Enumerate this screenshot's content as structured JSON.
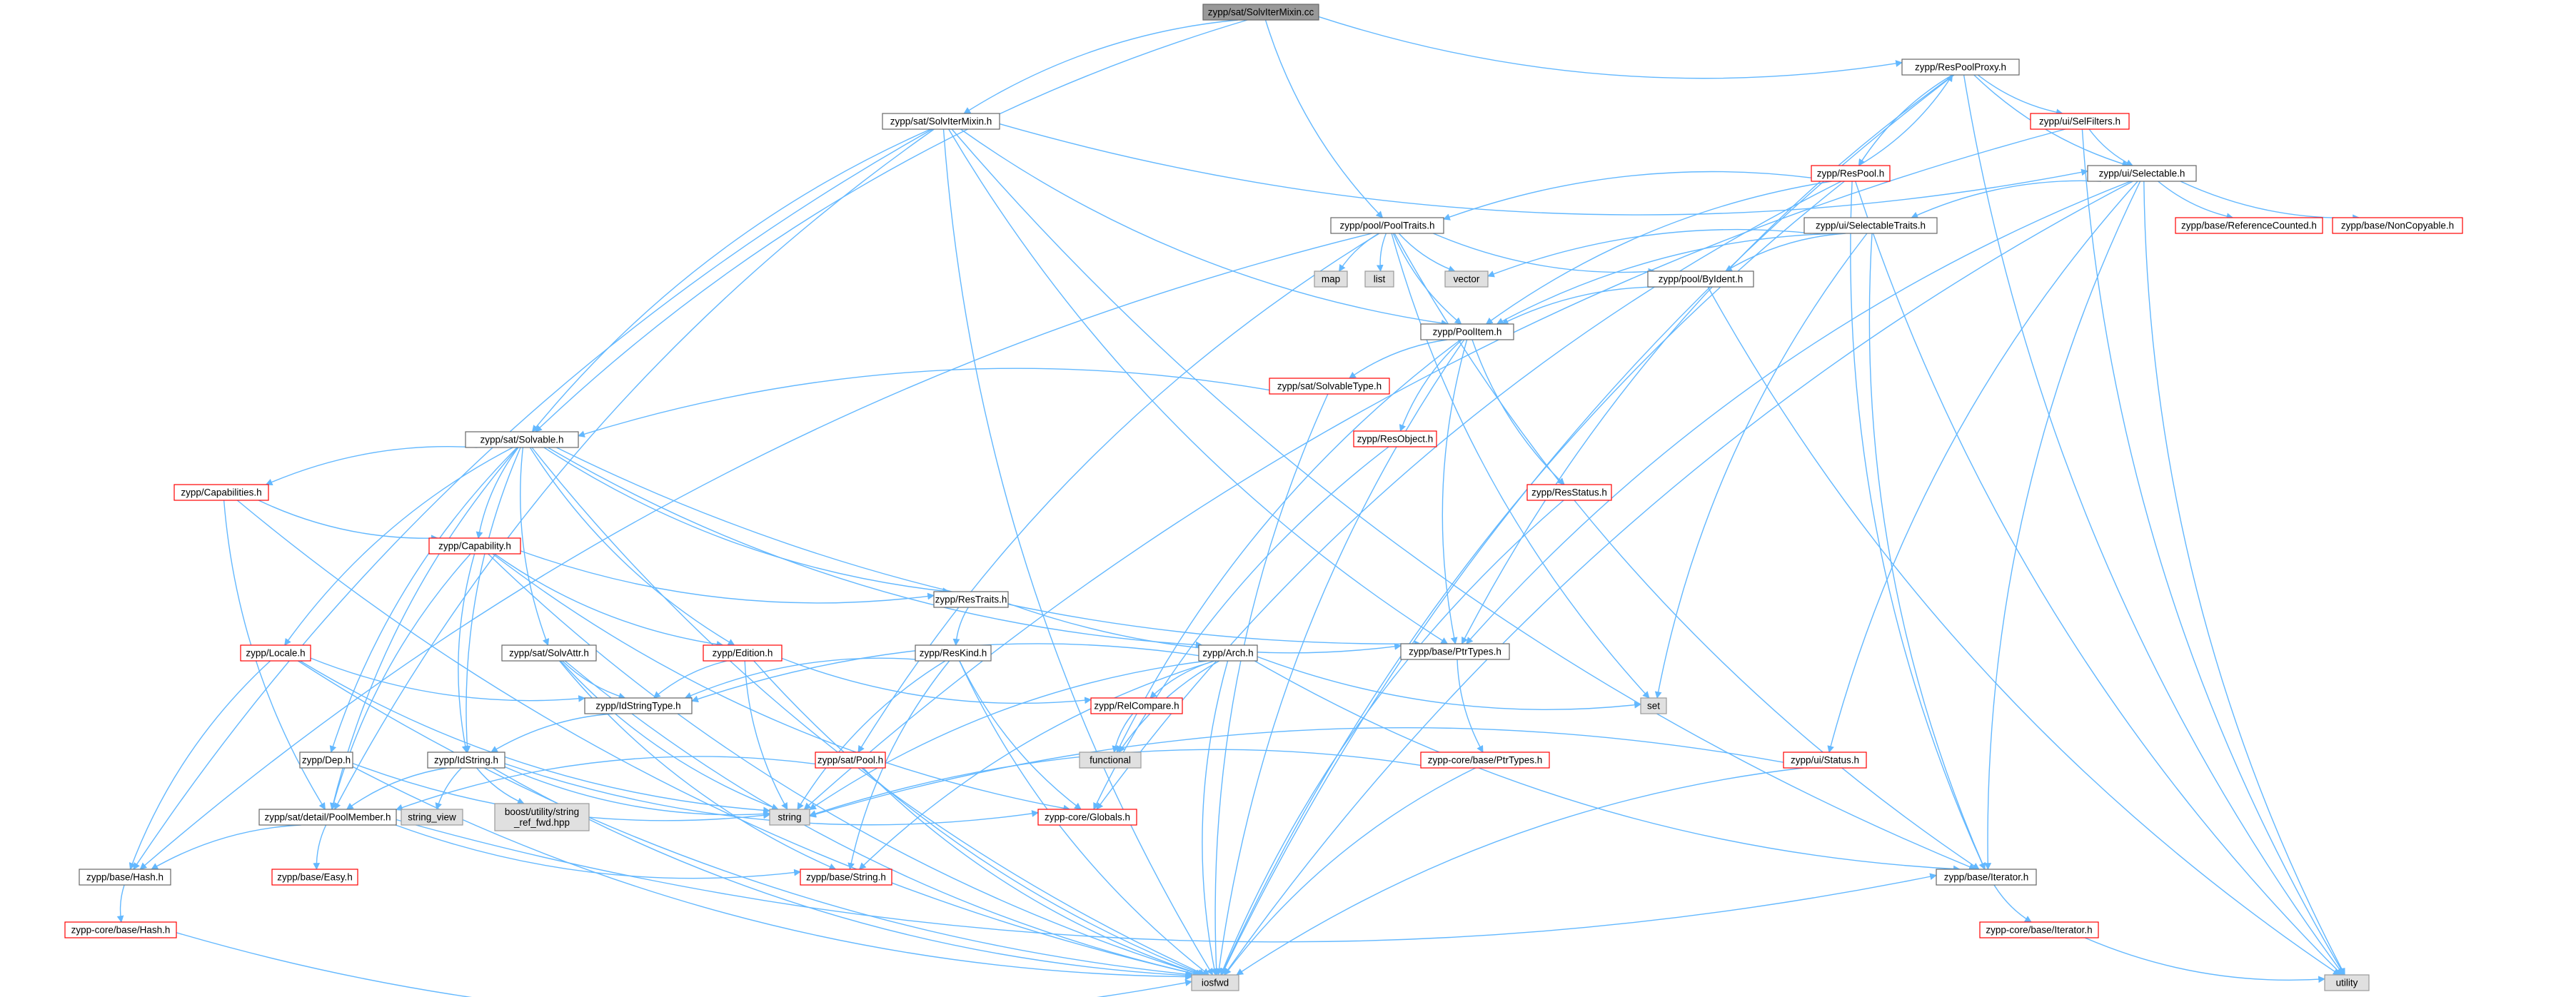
{
  "graph": {
    "root": "zypp/sat/SolvIterMixin.cc",
    "colors": {
      "edge": "#63b8ff",
      "node_border_normal": "#666666",
      "node_border_incomplete": "#ff0000",
      "node_fill": "#ffffff",
      "root_fill": "#999999",
      "system_fill": "#e0e0e0",
      "system_border": "#999999",
      "text": "#000000"
    },
    "nodes": [
      {
        "id": "root",
        "label": "zypp/sat/SolvIterMixin.cc",
        "kind": "root"
      },
      {
        "id": "respoolproxy",
        "label": "zypp/ResPoolProxy.h",
        "kind": "normal"
      },
      {
        "id": "solvitermixin",
        "label": "zypp/sat/SolvIterMixin.h",
        "kind": "normal"
      },
      {
        "id": "selfilters",
        "label": "zypp/ui/SelFilters.h",
        "kind": "incomplete"
      },
      {
        "id": "respool",
        "label": "zypp/ResPool.h",
        "kind": "incomplete"
      },
      {
        "id": "selectable",
        "label": "zypp/ui/Selectable.h",
        "kind": "normal"
      },
      {
        "id": "pooltraits",
        "label": "zypp/pool/PoolTraits.h",
        "kind": "normal"
      },
      {
        "id": "selectabletraits",
        "label": "zypp/ui/SelectableTraits.h",
        "kind": "normal"
      },
      {
        "id": "refcounted",
        "label": "zypp/base/ReferenceCounted.h",
        "kind": "incomplete"
      },
      {
        "id": "noncopyable",
        "label": "zypp/base/NonCopyable.h",
        "kind": "incomplete"
      },
      {
        "id": "map",
        "label": "map",
        "kind": "system"
      },
      {
        "id": "list",
        "label": "list",
        "kind": "system"
      },
      {
        "id": "vector",
        "label": "vector",
        "kind": "system"
      },
      {
        "id": "poolbyident",
        "label": "zypp/pool/ByIdent.h",
        "kind": "normal"
      },
      {
        "id": "poolitem",
        "label": "zypp/PoolItem.h",
        "kind": "normal"
      },
      {
        "id": "solvabletype",
        "label": "zypp/sat/SolvableType.h",
        "kind": "incomplete"
      },
      {
        "id": "resobject",
        "label": "zypp/ResObject.h",
        "kind": "incomplete"
      },
      {
        "id": "resstatus",
        "label": "zypp/ResStatus.h",
        "kind": "incomplete"
      },
      {
        "id": "solvable",
        "label": "zypp/sat/Solvable.h",
        "kind": "normal"
      },
      {
        "id": "capabilities",
        "label": "zypp/Capabilities.h",
        "kind": "incomplete"
      },
      {
        "id": "capability",
        "label": "zypp/Capability.h",
        "kind": "incomplete"
      },
      {
        "id": "restraits",
        "label": "zypp/ResTraits.h",
        "kind": "normal"
      },
      {
        "id": "ptrtypes",
        "label": "zypp/base/PtrTypes.h",
        "kind": "normal"
      },
      {
        "id": "locale",
        "label": "zypp/Locale.h",
        "kind": "incomplete"
      },
      {
        "id": "solvattr",
        "label": "zypp/sat/SolvAttr.h",
        "kind": "normal"
      },
      {
        "id": "edition",
        "label": "zypp/Edition.h",
        "kind": "incomplete"
      },
      {
        "id": "reskind",
        "label": "zypp/ResKind.h",
        "kind": "normal"
      },
      {
        "id": "arch",
        "label": "zypp/Arch.h",
        "kind": "normal"
      },
      {
        "id": "set",
        "label": "set",
        "kind": "system"
      },
      {
        "id": "idstringtype",
        "label": "zypp/IdStringType.h",
        "kind": "normal"
      },
      {
        "id": "relcompare",
        "label": "zypp/RelCompare.h",
        "kind": "incomplete"
      },
      {
        "id": "functional",
        "label": "functional",
        "kind": "system"
      },
      {
        "id": "dep",
        "label": "zypp/Dep.h",
        "kind": "normal"
      },
      {
        "id": "idstring",
        "label": "zypp/IdString.h",
        "kind": "normal"
      },
      {
        "id": "satpool",
        "label": "zypp/sat/Pool.h",
        "kind": "incomplete"
      },
      {
        "id": "coreptrtypes",
        "label": "zypp-core/base/PtrTypes.h",
        "kind": "incomplete"
      },
      {
        "id": "uistatus",
        "label": "zypp/ui/Status.h",
        "kind": "incomplete"
      },
      {
        "id": "poolmember",
        "label": "zypp/sat/detail/PoolMember.h",
        "kind": "normal"
      },
      {
        "id": "string_view",
        "label": "string_view",
        "kind": "system"
      },
      {
        "id": "boostref",
        "label": [
          "boost/utility/string",
          "_ref_fwd.hpp"
        ],
        "kind": "system"
      },
      {
        "id": "string",
        "label": "string",
        "kind": "system"
      },
      {
        "id": "globals",
        "label": "zypp-core/Globals.h",
        "kind": "incomplete"
      },
      {
        "id": "hash",
        "label": "zypp/base/Hash.h",
        "kind": "normal"
      },
      {
        "id": "easy",
        "label": "zypp/base/Easy.h",
        "kind": "incomplete"
      },
      {
        "id": "basestring",
        "label": "zypp/base/String.h",
        "kind": "incomplete"
      },
      {
        "id": "iterator",
        "label": "zypp/base/Iterator.h",
        "kind": "normal"
      },
      {
        "id": "corehash",
        "label": "zypp-core/base/Hash.h",
        "kind": "incomplete"
      },
      {
        "id": "coreiterator",
        "label": "zypp-core/base/Iterator.h",
        "kind": "incomplete"
      },
      {
        "id": "iosfwd",
        "label": "iosfwd",
        "kind": "system"
      },
      {
        "id": "utility",
        "label": "utility",
        "kind": "system"
      }
    ],
    "edges": [
      [
        "root",
        "respoolproxy"
      ],
      [
        "root",
        "solvitermixin"
      ],
      [
        "root",
        "pooltraits"
      ],
      [
        "root",
        "solvable"
      ],
      [
        "respoolproxy",
        "selfilters"
      ],
      [
        "respoolproxy",
        "respool"
      ],
      [
        "respoolproxy",
        "selectable"
      ],
      [
        "respoolproxy",
        "ptrtypes"
      ],
      [
        "respoolproxy",
        "iosfwd"
      ],
      [
        "respoolproxy",
        "utility"
      ],
      [
        "solvitermixin",
        "selectable"
      ],
      [
        "solvitermixin",
        "solvable"
      ],
      [
        "solvitermixin",
        "poolitem"
      ],
      [
        "solvitermixin",
        "ptrtypes"
      ],
      [
        "solvitermixin",
        "iterator"
      ],
      [
        "solvitermixin",
        "hash"
      ],
      [
        "solvitermixin",
        "poolmember"
      ],
      [
        "solvitermixin",
        "iosfwd"
      ],
      [
        "selfilters",
        "selectable"
      ],
      [
        "selfilters",
        "string"
      ],
      [
        "selfilters",
        "utility"
      ],
      [
        "respool",
        "respoolproxy"
      ],
      [
        "respool",
        "pooltraits"
      ],
      [
        "respool",
        "poolitem"
      ],
      [
        "respool",
        "iterator"
      ],
      [
        "respool",
        "globals"
      ],
      [
        "respool",
        "iosfwd"
      ],
      [
        "respool",
        "utility"
      ],
      [
        "selectable",
        "selectabletraits"
      ],
      [
        "selectable",
        "refcounted"
      ],
      [
        "selectable",
        "noncopyable"
      ],
      [
        "selectable",
        "uistatus"
      ],
      [
        "selectable",
        "ptrtypes"
      ],
      [
        "selectable",
        "iterator"
      ],
      [
        "selectable",
        "iosfwd"
      ],
      [
        "selectable",
        "utility"
      ],
      [
        "pooltraits",
        "map"
      ],
      [
        "pooltraits",
        "list"
      ],
      [
        "pooltraits",
        "vector"
      ],
      [
        "pooltraits",
        "set"
      ],
      [
        "pooltraits",
        "poolbyident"
      ],
      [
        "pooltraits",
        "poolitem"
      ],
      [
        "pooltraits",
        "satpool"
      ],
      [
        "pooltraits",
        "iterator"
      ],
      [
        "pooltraits",
        "hash"
      ],
      [
        "selectabletraits",
        "set"
      ],
      [
        "selectabletraits",
        "vector"
      ],
      [
        "selectabletraits",
        "poolitem"
      ],
      [
        "selectabletraits",
        "poolbyident"
      ],
      [
        "selectabletraits",
        "iterator"
      ],
      [
        "poolbyident",
        "poolitem"
      ],
      [
        "poolbyident",
        "utility"
      ],
      [
        "poolitem",
        "solvabletype"
      ],
      [
        "poolitem",
        "resobject"
      ],
      [
        "poolitem",
        "resstatus"
      ],
      [
        "poolitem",
        "ptrtypes"
      ],
      [
        "poolitem",
        "functional"
      ],
      [
        "poolitem",
        "iosfwd"
      ],
      [
        "solvabletype",
        "solvable"
      ],
      [
        "solvabletype",
        "iosfwd"
      ],
      [
        "resobject",
        "globals"
      ],
      [
        "resstatus",
        "iosfwd"
      ],
      [
        "solvable",
        "capabilities"
      ],
      [
        "solvable",
        "capability"
      ],
      [
        "solvable",
        "restraits"
      ],
      [
        "solvable",
        "locale"
      ],
      [
        "solvable",
        "solvattr"
      ],
      [
        "solvable",
        "edition"
      ],
      [
        "solvable",
        "arch"
      ],
      [
        "solvable",
        "dep"
      ],
      [
        "solvable",
        "idstring"
      ],
      [
        "solvable",
        "poolmember"
      ],
      [
        "solvable",
        "iosfwd"
      ],
      [
        "solvable",
        "ptrtypes"
      ],
      [
        "capabilities",
        "capability"
      ],
      [
        "capabilities",
        "poolmember"
      ],
      [
        "capabilities",
        "iosfwd"
      ],
      [
        "capability",
        "restraits"
      ],
      [
        "capability",
        "edition"
      ],
      [
        "capability",
        "idstring"
      ],
      [
        "capability",
        "globals"
      ],
      [
        "capability",
        "poolmember"
      ],
      [
        "capability",
        "iosfwd"
      ],
      [
        "restraits",
        "reskind"
      ],
      [
        "restraits",
        "ptrtypes"
      ],
      [
        "ptrtypes",
        "coreptrtypes"
      ],
      [
        "locale",
        "idstringtype"
      ],
      [
        "locale",
        "hash"
      ],
      [
        "locale",
        "string"
      ],
      [
        "locale",
        "iosfwd"
      ],
      [
        "solvattr",
        "idstringtype"
      ],
      [
        "solvattr",
        "string"
      ],
      [
        "solvattr",
        "basestring"
      ],
      [
        "solvattr",
        "iosfwd"
      ],
      [
        "edition",
        "idstringtype"
      ],
      [
        "edition",
        "relcompare"
      ],
      [
        "edition",
        "string"
      ],
      [
        "edition",
        "iosfwd"
      ],
      [
        "reskind",
        "idstringtype"
      ],
      [
        "reskind",
        "string"
      ],
      [
        "reskind",
        "basestring"
      ],
      [
        "reskind",
        "globals"
      ],
      [
        "reskind",
        "iosfwd"
      ],
      [
        "arch",
        "idstringtype"
      ],
      [
        "arch",
        "relcompare"
      ],
      [
        "arch",
        "functional"
      ],
      [
        "arch",
        "set"
      ],
      [
        "arch",
        "string"
      ],
      [
        "arch",
        "basestring"
      ],
      [
        "arch",
        "iterator"
      ],
      [
        "arch",
        "iosfwd"
      ],
      [
        "idstringtype",
        "idstring"
      ],
      [
        "relcompare",
        "functional"
      ],
      [
        "dep",
        "string"
      ],
      [
        "dep",
        "iosfwd"
      ],
      [
        "idstring",
        "string_view"
      ],
      [
        "idstring",
        "boostref"
      ],
      [
        "idstring",
        "string"
      ],
      [
        "idstring",
        "globals"
      ],
      [
        "idstring",
        "poolmember"
      ],
      [
        "idstring",
        "iosfwd"
      ],
      [
        "satpool",
        "poolmember"
      ],
      [
        "satpool",
        "iosfwd"
      ],
      [
        "coreptrtypes",
        "string"
      ],
      [
        "coreptrtypes",
        "iosfwd"
      ],
      [
        "uistatus",
        "string"
      ],
      [
        "uistatus",
        "iosfwd"
      ],
      [
        "poolmember",
        "hash"
      ],
      [
        "poolmember",
        "easy"
      ],
      [
        "poolmember",
        "basestring"
      ],
      [
        "poolmember",
        "iterator"
      ],
      [
        "hash",
        "corehash"
      ],
      [
        "corehash",
        "iosfwd"
      ],
      [
        "iterator",
        "coreiterator"
      ],
      [
        "coreiterator",
        "utility"
      ]
    ]
  }
}
